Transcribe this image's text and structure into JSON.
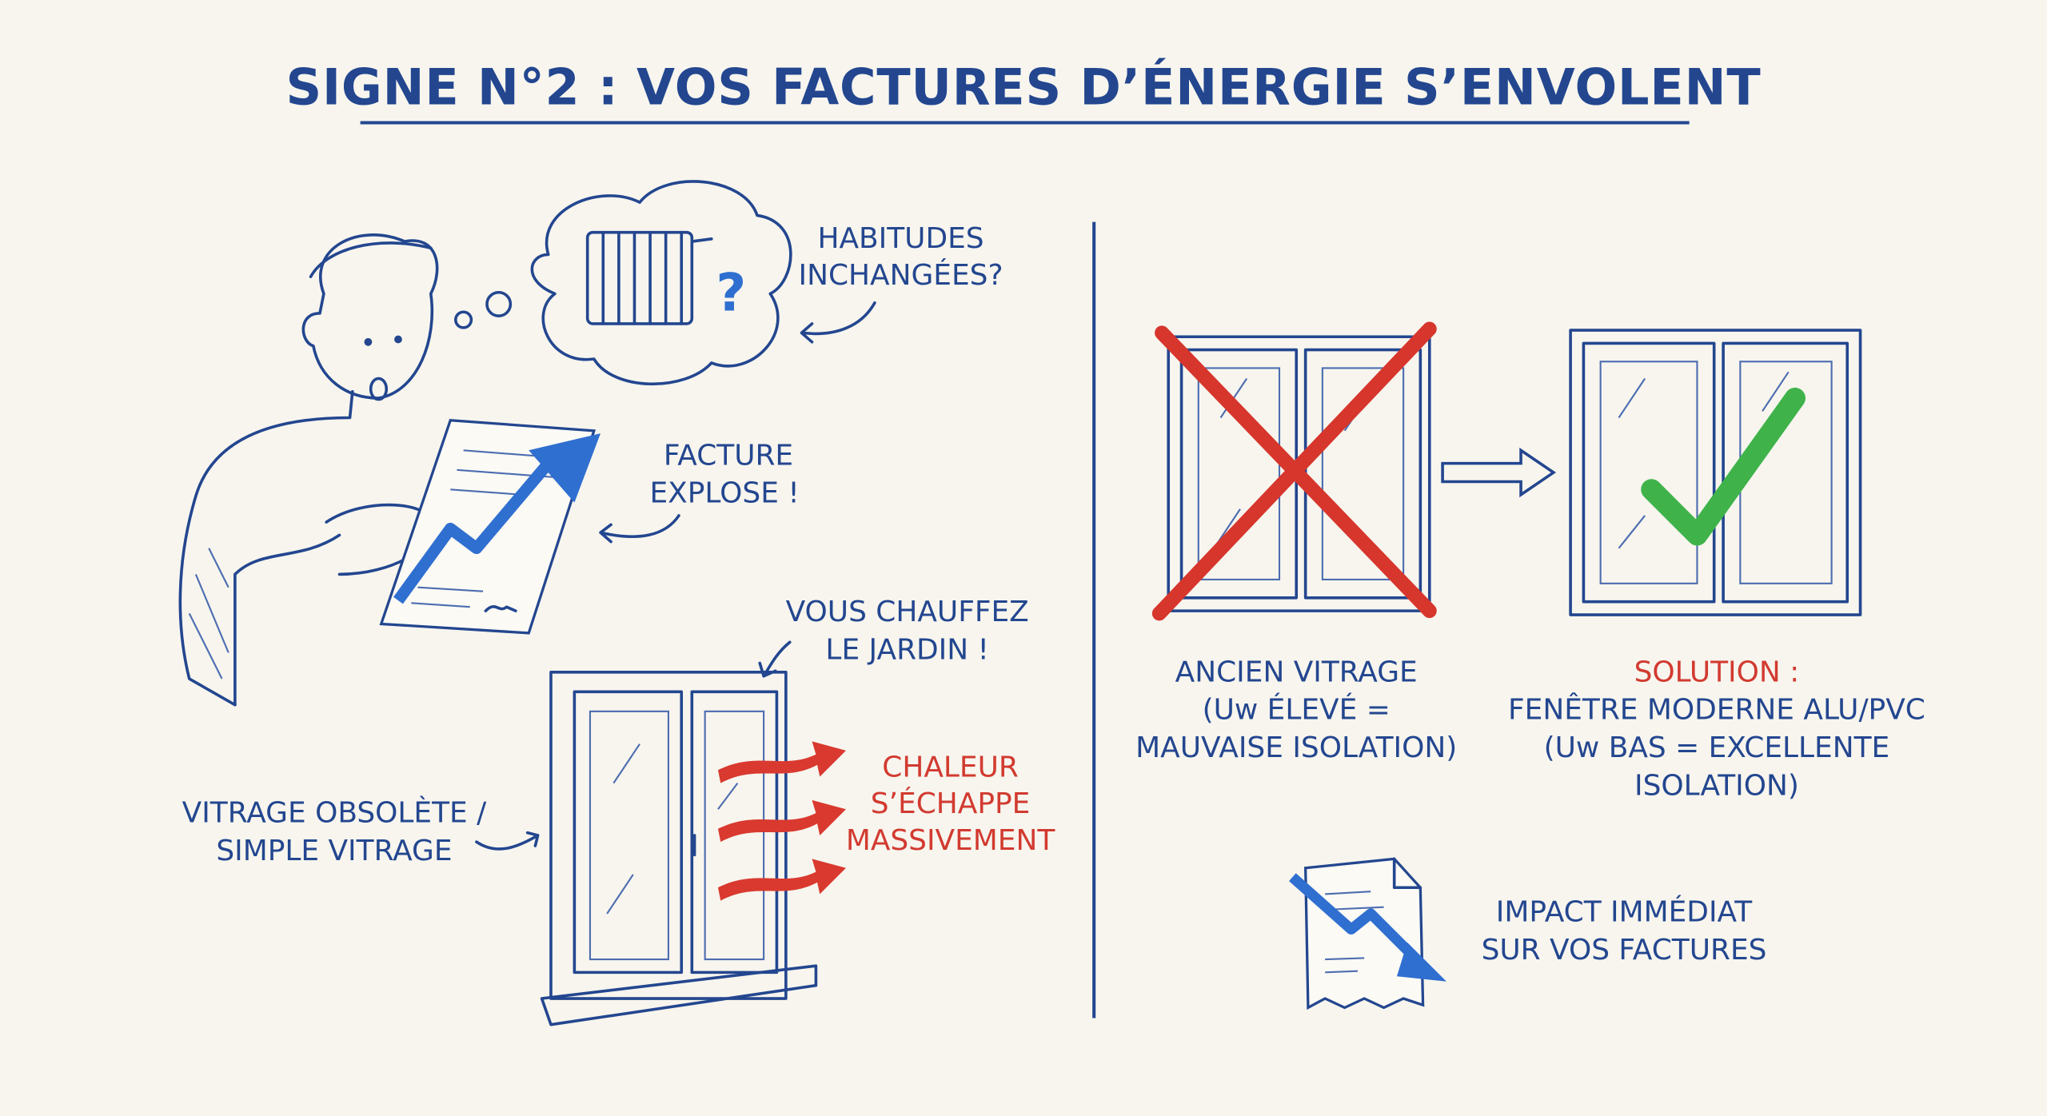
{
  "title": "SIGNE N°2 : VOS FACTURES D’ÉNERGIE S’ENVOLENT",
  "left": {
    "thought_label": [
      "HABITUDES",
      "INCHANGÉES?"
    ],
    "bill_label": [
      "FACTURE",
      "EXPLOSE !"
    ],
    "garden_label": [
      "VOUS CHAUFFEZ",
      "LE JARDIN !"
    ],
    "heat_label": [
      "CHALEUR",
      "S’ÉCHAPPE",
      "MASSIVEMENT"
    ],
    "glazing_label": [
      "VITRAGE OBSOLÈTE /",
      "SIMPLE VITRAGE"
    ],
    "question_mark": "?"
  },
  "right": {
    "old_label": [
      "ANCIEN VITRAGE",
      "(Uw ÉLEVÉ =",
      "MAUVAISE ISOLATION)"
    ],
    "solution_title": "SOLUTION :",
    "solution_label": [
      "FENÊTRE MODERNE ALU/PVC",
      "(Uw BAS = EXCELLENTE",
      "ISOLATION)"
    ],
    "impact_label": [
      "IMPACT IMMÉDIAT",
      "SUR VOS FACTURES"
    ]
  },
  "colors": {
    "blue": "#23468f",
    "red": "#d23a30",
    "green": "#3fb34a",
    "background": "#f7f5ee"
  }
}
